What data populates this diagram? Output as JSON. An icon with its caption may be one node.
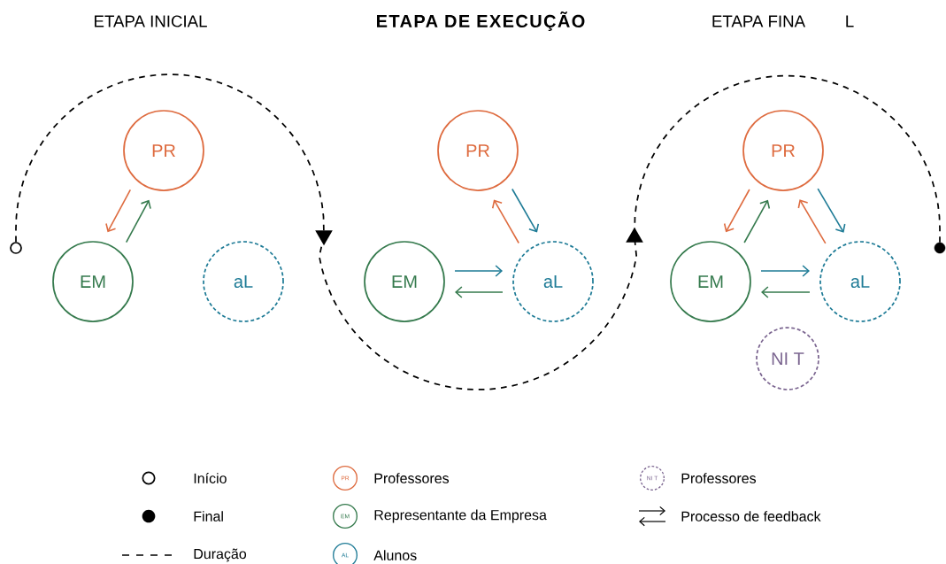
{
  "diagram": {
    "nodes": [
      {
        "text": [
          "PR"
        ]
      },
      {
        "text": [
          "EM"
        ]
      },
      {
        "text": [
          "aL"
        ]
      },
      {
        "text": [
          "PR"
        ]
      },
      {
        "text": [
          "EM"
        ]
      },
      {
        "text": [
          "aL"
        ]
      },
      {
        "text": [
          "PR"
        ]
      },
      {
        "text": [
          "EM"
        ]
      },
      {
        "text": [
          "aL"
        ]
      },
      {
        "text": [
          "NI T"
        ]
      },
      {
        "text": [],
        "shape": "circle"
      },
      {
        "text": [],
        "shape": "dot"
      }
    ],
    "edges": [
      {
        "from": 0,
        "to": 1,
        "arrow": "to",
        "color": "#de6b3f"
      },
      {
        "from": 1,
        "to": 0,
        "arrow": "to",
        "color": "#357a4d"
      },
      {
        "from": 3,
        "to": 5,
        "arrow": "to",
        "color": "#1e7b96"
      },
      {
        "from": 5,
        "to": 3,
        "arrow": "to",
        "color": "#de6b3f"
      },
      {
        "from": 4,
        "to": 5,
        "arrow": "to",
        "color": "#1e7b96"
      },
      {
        "from": 5,
        "to": 4,
        "arrow": "to",
        "color": "#357a4d"
      },
      {
        "from": 6,
        "to": 7,
        "arrow": "to",
        "color": "#de6b3f"
      },
      {
        "from": 7,
        "to": 6,
        "arrow": "to",
        "color": "#357a4d"
      },
      {
        "from": 6,
        "to": 8,
        "arrow": "to",
        "color": "#1e7b96"
      },
      {
        "from": 8,
        "to": 6,
        "arrow": "to",
        "color": "#de6b3f"
      },
      {
        "from": 7,
        "to": 8,
        "arrow": "to",
        "color": "#1e7b96"
      },
      {
        "from": 8,
        "to": 7,
        "arrow": "to",
        "color": "#357a4d"
      },
      {
        "from": 10,
        "to": 11,
        "arrow": "to",
        "style": "dashed",
        "color": "#000000"
      }
    ],
    "labels": [
      "ETAPA INICIAL",
      "ETAPA DE EXECUÇÃO",
      "ETAPA FINA",
      "L",
      "PR",
      "EM",
      "AL",
      "NI T"
    ],
    "legend": [
      {
        "text": "Início"
      },
      {
        "text": "Final"
      },
      {
        "text": "Duração"
      },
      {
        "text": "Professores"
      },
      {
        "text": "Representante da Empresa"
      },
      {
        "text": "Alunos"
      },
      {
        "text": "Professores"
      },
      {
        "text": "Processo de feedback"
      }
    ]
  }
}
